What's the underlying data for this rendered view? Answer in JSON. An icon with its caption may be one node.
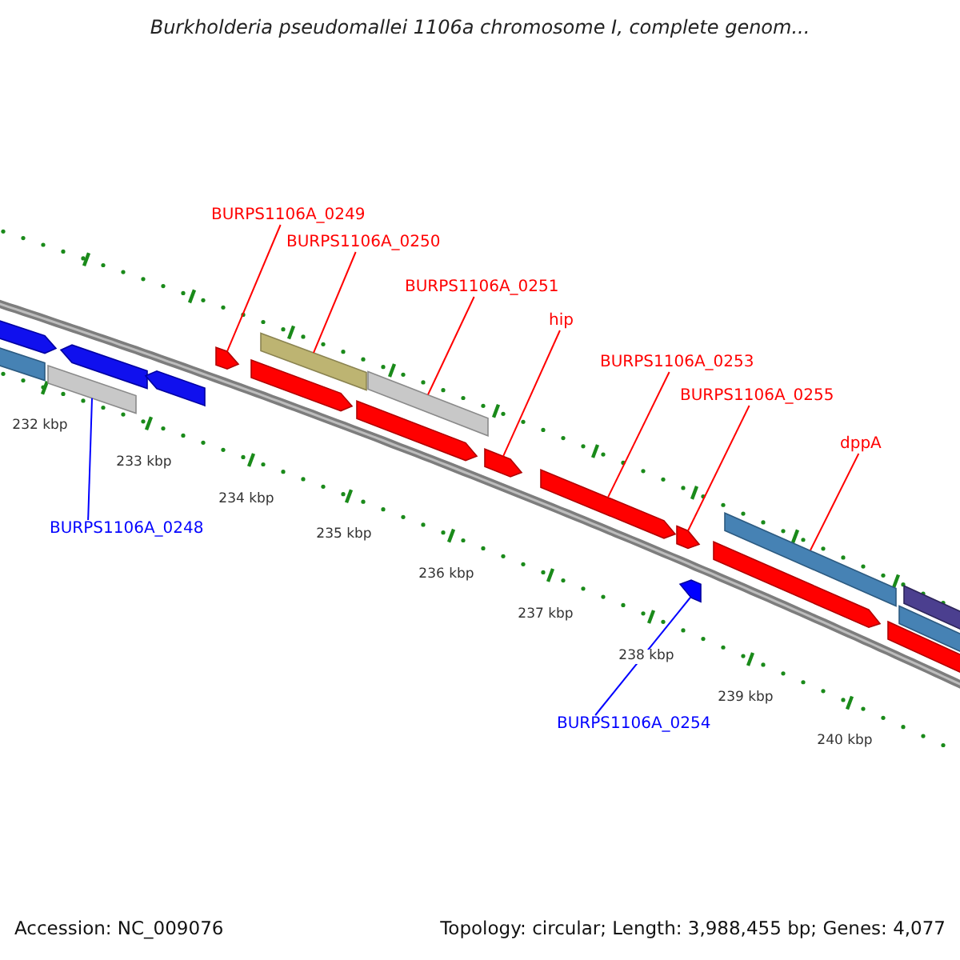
{
  "diagram": {
    "title": "Burkholderia pseudomallei 1106a chromosome I, complete genom...",
    "nodes": [
      {
        "text": [
          "BURPS1106A_0249"
        ]
      },
      {
        "text": [
          "BURPS1106A_0250"
        ]
      },
      {
        "text": [
          "BURPS1106A_0251"
        ]
      },
      {
        "text": [
          "hip"
        ]
      },
      {
        "text": [
          "BURPS1106A_0253"
        ]
      },
      {
        "text": [
          "BURPS1106A_0255"
        ]
      },
      {
        "text": [
          "dppA"
        ]
      },
      {
        "text": [
          "BURPS1106A_0248"
        ]
      },
      {
        "text": [
          "BURPS1106A_0254"
        ]
      },
      {
        "text": [],
        "shape": "bar"
      },
      {
        "text": [],
        "shape": "bar"
      },
      {
        "text": [],
        "shape": "bar"
      },
      {
        "text": [],
        "shape": "bar"
      },
      {
        "text": [],
        "shape": "bar"
      },
      {
        "text": [],
        "shape": "bar"
      },
      {
        "text": [],
        "shape": "bar"
      },
      {
        "text": [],
        "shape": "bar"
      },
      {
        "text": [],
        "shape": "bar"
      },
      {
        "text": [],
        "shape": "bar"
      },
      {
        "text": [],
        "shape": "bar"
      },
      {
        "text": [],
        "shape": "bar"
      },
      {
        "text": [],
        "shape": "bar"
      },
      {
        "text": [],
        "shape": "bar"
      },
      {
        "text": [],
        "shape": "bar"
      },
      {
        "text": [],
        "shape": "bar"
      },
      {
        "text": [],
        "shape": "bar"
      },
      {
        "text": [],
        "shape": "bar"
      },
      {
        "text": [],
        "shape": "bar"
      }
    ],
    "edges": [
      {
        "from": 0,
        "to": 14,
        "arrow": "none"
      },
      {
        "from": 1,
        "to": 16,
        "arrow": "none"
      },
      {
        "from": 2,
        "to": 18,
        "arrow": "none"
      },
      {
        "from": 3,
        "to": 19,
        "arrow": "none"
      },
      {
        "from": 4,
        "to": 20,
        "arrow": "none"
      },
      {
        "from": 5,
        "to": 21,
        "arrow": "none"
      },
      {
        "from": 6,
        "to": 24,
        "arrow": "none"
      },
      {
        "from": 7,
        "to": 11,
        "arrow": "none",
        "color": "#0000ff"
      },
      {
        "from": 8,
        "to": 22,
        "arrow": "none",
        "color": "#0000ff"
      }
    ],
    "labels": [
      "232 kbp",
      "233 kbp",
      "234 kbp",
      "235 kbp",
      "236 kbp",
      "237 kbp",
      "238 kbp",
      "239 kbp",
      "240 kbp",
      "Accession: NC_009076",
      "Topology: circular; Length: 3,988,455 bp; Genes: 4,077"
    ]
  }
}
